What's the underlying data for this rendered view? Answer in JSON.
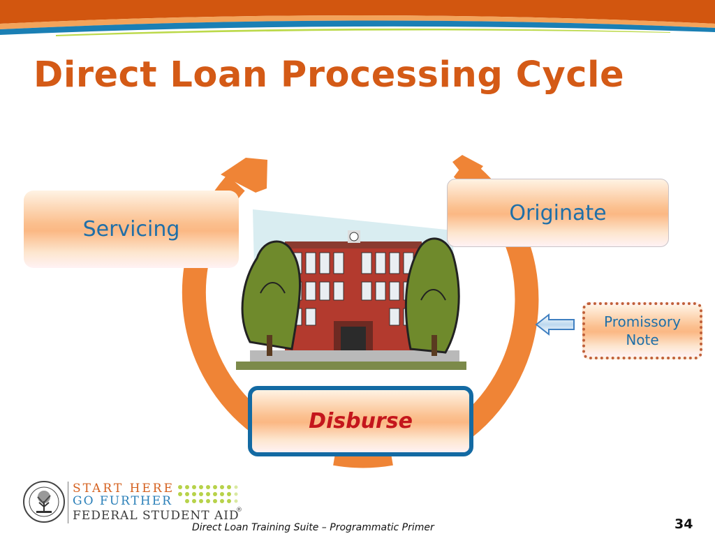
{
  "slide": {
    "title": "Direct Loan Processing Cycle",
    "footer": "Direct Loan Training Suite – Programmatic Primer",
    "page_number": "34"
  },
  "cycle": {
    "stages": [
      {
        "id": "servicing",
        "label": "Servicing"
      },
      {
        "id": "originate",
        "label": "Originate"
      },
      {
        "id": "disburse",
        "label": "Disburse"
      }
    ],
    "input": {
      "label_line_1": "Promissory",
      "label_line_2": "Note"
    },
    "colors": {
      "cycle_arrow": "#ef8436",
      "box_text": "#1f6fa8",
      "disburse_text": "#c4161c",
      "disburse_border": "#136aa3",
      "note_border": "#c0603a",
      "title": "#d45a16"
    }
  },
  "logo": {
    "line_1": "START HERE",
    "line_2": "GO FURTHER",
    "line_3": "FEDERAL STUDENT AID",
    "registered_mark": "®"
  },
  "icons": {
    "seal": "department-of-education-seal-icon",
    "building": "school-building-icon",
    "note_arrow": "left-arrow-icon"
  }
}
